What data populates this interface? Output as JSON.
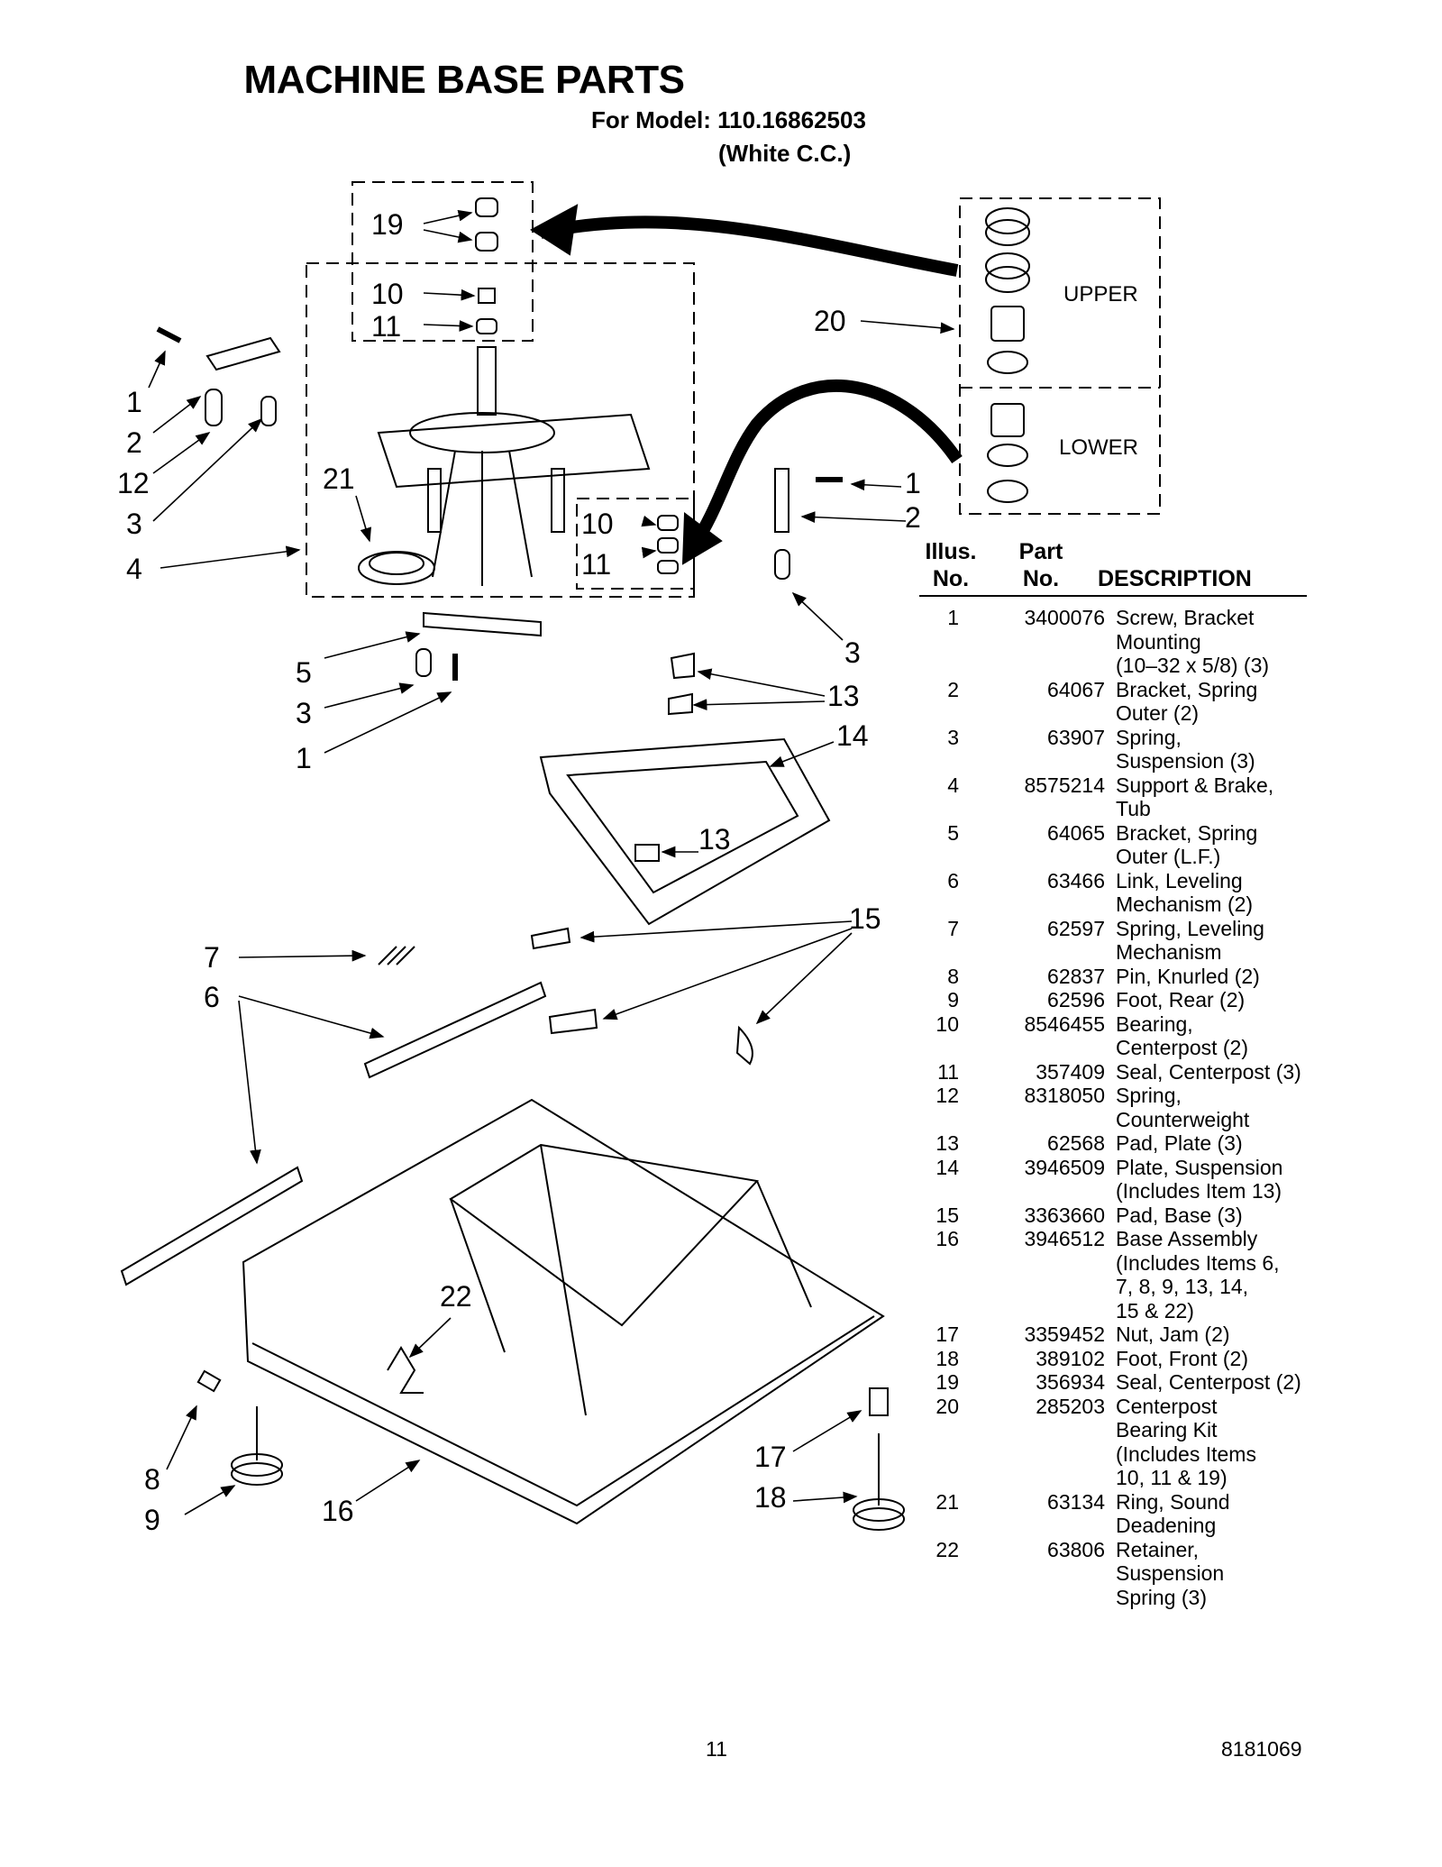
{
  "header": {
    "title": "MACHINE BASE PARTS",
    "model_line": "For Model: 110.16862503",
    "color_line": "(White C.C.)"
  },
  "diagram": {
    "box_upper": "UPPER",
    "box_lower": "LOWER",
    "callouts": [
      {
        "id": "c19",
        "text": "19"
      },
      {
        "id": "c10a",
        "text": "10"
      },
      {
        "id": "c11a",
        "text": "11"
      },
      {
        "id": "c20",
        "text": "20"
      },
      {
        "id": "c1a",
        "text": "1"
      },
      {
        "id": "c2a",
        "text": "2"
      },
      {
        "id": "c12",
        "text": "12"
      },
      {
        "id": "c3a",
        "text": "3"
      },
      {
        "id": "c21",
        "text": "21"
      },
      {
        "id": "c4",
        "text": "4"
      },
      {
        "id": "c1b",
        "text": "1"
      },
      {
        "id": "c2b",
        "text": "2"
      },
      {
        "id": "c10b",
        "text": "10"
      },
      {
        "id": "c11b",
        "text": "11"
      },
      {
        "id": "c3b",
        "text": "3"
      },
      {
        "id": "c5",
        "text": "5"
      },
      {
        "id": "c3c",
        "text": "3"
      },
      {
        "id": "c1c",
        "text": "1"
      },
      {
        "id": "c13a",
        "text": "13"
      },
      {
        "id": "c14",
        "text": "14"
      },
      {
        "id": "c13b",
        "text": "13"
      },
      {
        "id": "c15",
        "text": "15"
      },
      {
        "id": "c7",
        "text": "7"
      },
      {
        "id": "c6",
        "text": "6"
      },
      {
        "id": "c22",
        "text": "22"
      },
      {
        "id": "c17",
        "text": "17"
      },
      {
        "id": "c18",
        "text": "18"
      },
      {
        "id": "c8",
        "text": "8"
      },
      {
        "id": "c9",
        "text": "9"
      },
      {
        "id": "c16",
        "text": "16"
      }
    ]
  },
  "parts_table": {
    "head_illus_1": "Illus.",
    "head_illus_2": "No.",
    "head_part_1": "Part",
    "head_part_2": "No.",
    "head_desc": "DESCRIPTION",
    "rows": [
      {
        "no": "1",
        "part": "3400076",
        "desc": "Screw, Bracket\nMounting\n(10–32 x 5/8) (3)"
      },
      {
        "no": "2",
        "part": "64067",
        "desc": "Bracket, Spring\nOuter (2)"
      },
      {
        "no": "3",
        "part": "63907",
        "desc": "Spring,\nSuspension (3)"
      },
      {
        "no": "4",
        "part": "8575214",
        "desc": "Support & Brake,\nTub"
      },
      {
        "no": "5",
        "part": "64065",
        "desc": "Bracket, Spring\nOuter (L.F.)"
      },
      {
        "no": "6",
        "part": "63466",
        "desc": "Link, Leveling\nMechanism (2)"
      },
      {
        "no": "7",
        "part": "62597",
        "desc": "Spring, Leveling\nMechanism"
      },
      {
        "no": "8",
        "part": "62837",
        "desc": "Pin, Knurled (2)"
      },
      {
        "no": "9",
        "part": "62596",
        "desc": "Foot, Rear (2)"
      },
      {
        "no": "10",
        "part": "8546455",
        "desc": "Bearing,\nCenterpost (2)"
      },
      {
        "no": "11",
        "part": "357409",
        "desc": "Seal, Centerpost (3)"
      },
      {
        "no": "12",
        "part": "8318050",
        "desc": "Spring,\nCounterweight"
      },
      {
        "no": "13",
        "part": "62568",
        "desc": "Pad, Plate (3)"
      },
      {
        "no": "14",
        "part": "3946509",
        "desc": "Plate, Suspension\n(Includes Item 13)"
      },
      {
        "no": "15",
        "part": "3363660",
        "desc": "Pad, Base (3)"
      },
      {
        "no": "16",
        "part": "3946512",
        "desc": "Base Assembly\n(Includes Items 6,\n7, 8, 9, 13, 14,\n15 & 22)"
      },
      {
        "no": "17",
        "part": "3359452",
        "desc": "Nut, Jam (2)"
      },
      {
        "no": "18",
        "part": "389102",
        "desc": "Foot, Front (2)"
      },
      {
        "no": "19",
        "part": "356934",
        "desc": "Seal, Centerpost (2)"
      },
      {
        "no": "20",
        "part": "285203",
        "desc": "Centerpost\nBearing Kit\n(Includes Items\n10, 11 & 19)"
      },
      {
        "no": "21",
        "part": "63134",
        "desc": "Ring, Sound\nDeadening"
      },
      {
        "no": "22",
        "part": "63806",
        "desc": "Retainer,\nSuspension\nSpring (3)"
      }
    ]
  },
  "footer": {
    "page_number": "11",
    "doc_number": "8181069"
  }
}
